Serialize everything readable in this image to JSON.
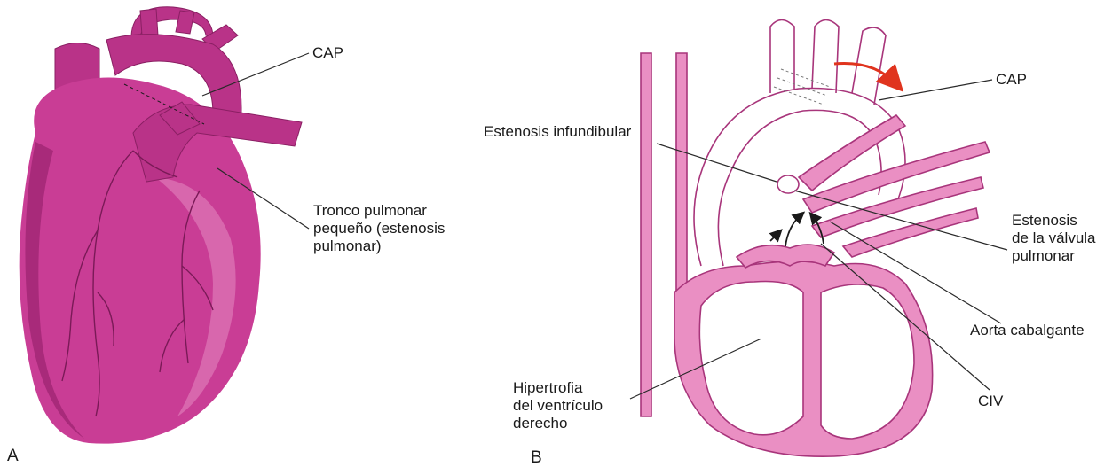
{
  "panel_a": {
    "panel_label": "A",
    "labels": {
      "cap": "CAP",
      "tronco_1": "Tronco pulmonar",
      "tronco_2": "pequeño (estenosis",
      "tronco_3": "pulmonar)"
    }
  },
  "panel_b": {
    "panel_label": "B",
    "labels": {
      "cap": "CAP",
      "estenosis_infundibular": "Estenosis infundibular",
      "estenosis_valvula_1": "Estenosis",
      "estenosis_valvula_2": "de la válvula",
      "estenosis_valvula_3": "pulmonar",
      "aorta_cabalgante": "Aorta cabalgante",
      "civ": "CIV",
      "hipertrofia_1": "Hipertrofia",
      "hipertrofia_2": "del ventrículo",
      "hipertrofia_3": "derecho"
    }
  },
  "colors": {
    "heart_magenta": "#c93d95",
    "section_pink": "#ea8fc3",
    "flow_arrow_red": "#e0341e"
  }
}
